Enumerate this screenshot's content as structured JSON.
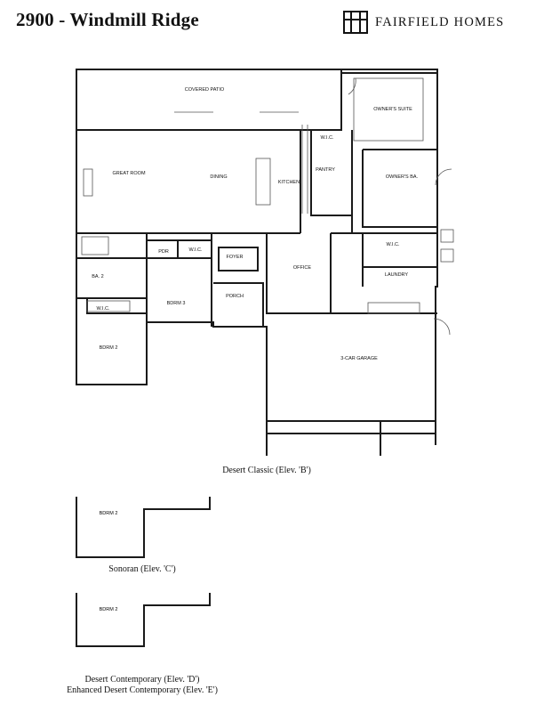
{
  "header": {
    "title": "2900 - Windmill Ridge",
    "brand_name": "FAIRFIELD HOMES",
    "logo_icon": "fh-monogram-icon"
  },
  "rooms": {
    "covered_patio": "COVERED PATIO",
    "owners_suite": "OWNER'S SUITE",
    "great_room": "GREAT ROOM",
    "dining": "DINING",
    "kitchen": "KITCHEN",
    "wic_upper": "W.I.C.",
    "pantry": "PANTRY",
    "owners_ba": "OWNER'S BA.",
    "wic_owner": "W.I.C.",
    "laundry": "LAUNDRY",
    "office": "OFFICE",
    "foyer": "FOYER",
    "porch": "PORCH",
    "pdr": "PDR",
    "wic_bdrm3": "W.I.C.",
    "ba2": "BA. 2",
    "wic_bdrm2": "W.I.C.",
    "bdrm3": "BDRM 3",
    "bdrm2": "BDRM 2",
    "garage": "3-CAR GARAGE",
    "bdrm2_c": "BDRM 2",
    "bdrm2_d": "BDRM 2"
  },
  "captions": {
    "elev_b": "Desert Classic (Elev. 'B')",
    "elev_c": "Sonoran (Elev. 'C')",
    "elev_d": "Desert Contemporary (Elev. 'D')",
    "elev_e": "Enhanced Desert Contemporary (Elev. 'E')"
  },
  "colors": {
    "wall": "#1a1a1a",
    "fixture": "#555555"
  }
}
